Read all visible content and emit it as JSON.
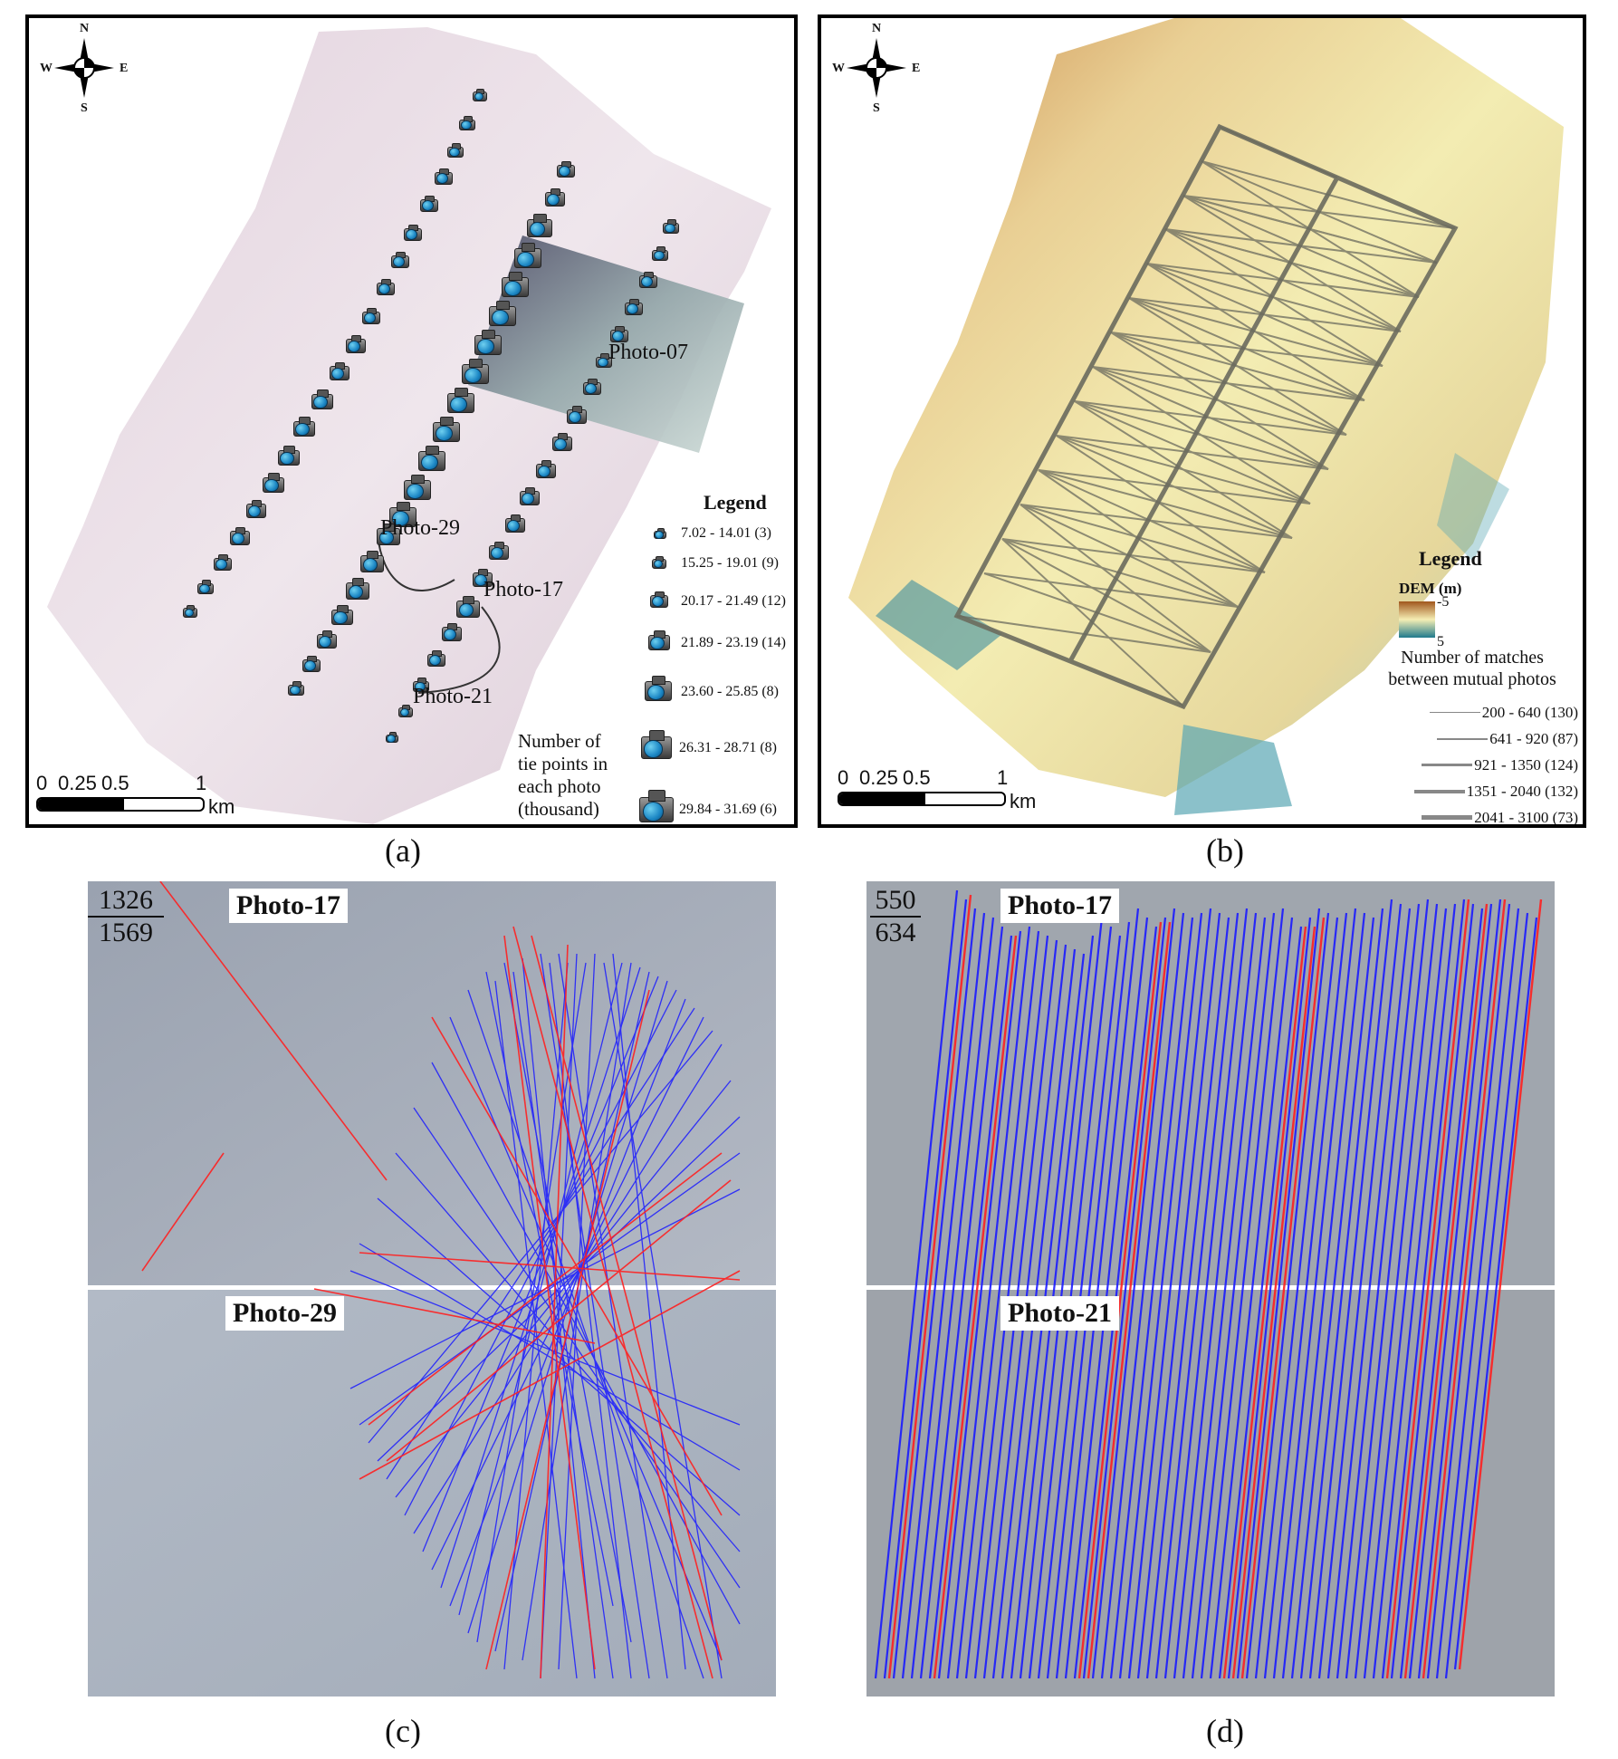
{
  "figure": {
    "panels": [
      {
        "id": "a",
        "caption": "(a)",
        "compass": {
          "n": "N",
          "s": "S",
          "e": "E",
          "w": "W"
        },
        "scale_bar": {
          "ticks": [
            "0",
            "0.25",
            "0.5",
            "1"
          ],
          "unit": "km"
        },
        "photo_labels": [
          "Photo-07",
          "Photo-29",
          "Photo-17",
          "Photo-21"
        ],
        "legend": {
          "title": "Legend",
          "description": [
            "Number of",
            "tie points in",
            "each photo",
            "(thousand)"
          ],
          "classes": [
            {
              "range": "7.02 - 14.01",
              "count": "(3)"
            },
            {
              "range": "15.25 - 19.01",
              "count": "(9)"
            },
            {
              "range": "20.17 - 21.49",
              "count": "(12)"
            },
            {
              "range": "21.89 - 23.19",
              "count": "(14)"
            },
            {
              "range": "23.60 - 25.85",
              "count": "(8)"
            },
            {
              "range": "26.31 - 28.71",
              "count": "(8)"
            },
            {
              "range": "29.84 - 31.69",
              "count": "(6)"
            }
          ]
        }
      },
      {
        "id": "b",
        "caption": "(b)",
        "compass": {
          "n": "N",
          "s": "S",
          "e": "E",
          "w": "W"
        },
        "scale_bar": {
          "ticks": [
            "0",
            "0.25",
            "0.5",
            "1"
          ],
          "unit": "km"
        },
        "legend": {
          "title": "Legend",
          "dem_label": "DEM (m)",
          "dem_min": "-5",
          "dem_max": "5",
          "matches_title": [
            "Number of matches",
            "between mutual photos"
          ],
          "classes": [
            {
              "range": "200 - 640",
              "count": "(130)"
            },
            {
              "range": "641 - 920",
              "count": "(87)"
            },
            {
              "range": "921 - 1350",
              "count": "(124)"
            },
            {
              "range": "1351 - 2040",
              "count": "(132)"
            },
            {
              "range": "2041 - 3100",
              "count": "(73)"
            }
          ]
        }
      },
      {
        "id": "c",
        "caption": "(c)",
        "top_photo": "Photo-17",
        "bottom_photo": "Photo-29",
        "fraction": {
          "numerator": "1326",
          "denominator": "1569"
        }
      },
      {
        "id": "d",
        "caption": "(d)",
        "top_photo": "Photo-17",
        "bottom_photo": "Photo-21",
        "fraction": {
          "numerator": "550",
          "denominator": "634"
        }
      }
    ],
    "colors": {
      "inlier_line": "#1a1aff",
      "outlier_line": "#ff2020",
      "dem_low": "#a0561c",
      "dem_mid": "#f5eeb4",
      "dem_high": "#1f7a8c",
      "network_line": "#6b6b5e",
      "mosaic_a": "#e8dce4",
      "photo_bg": "#a9b0bc"
    }
  }
}
